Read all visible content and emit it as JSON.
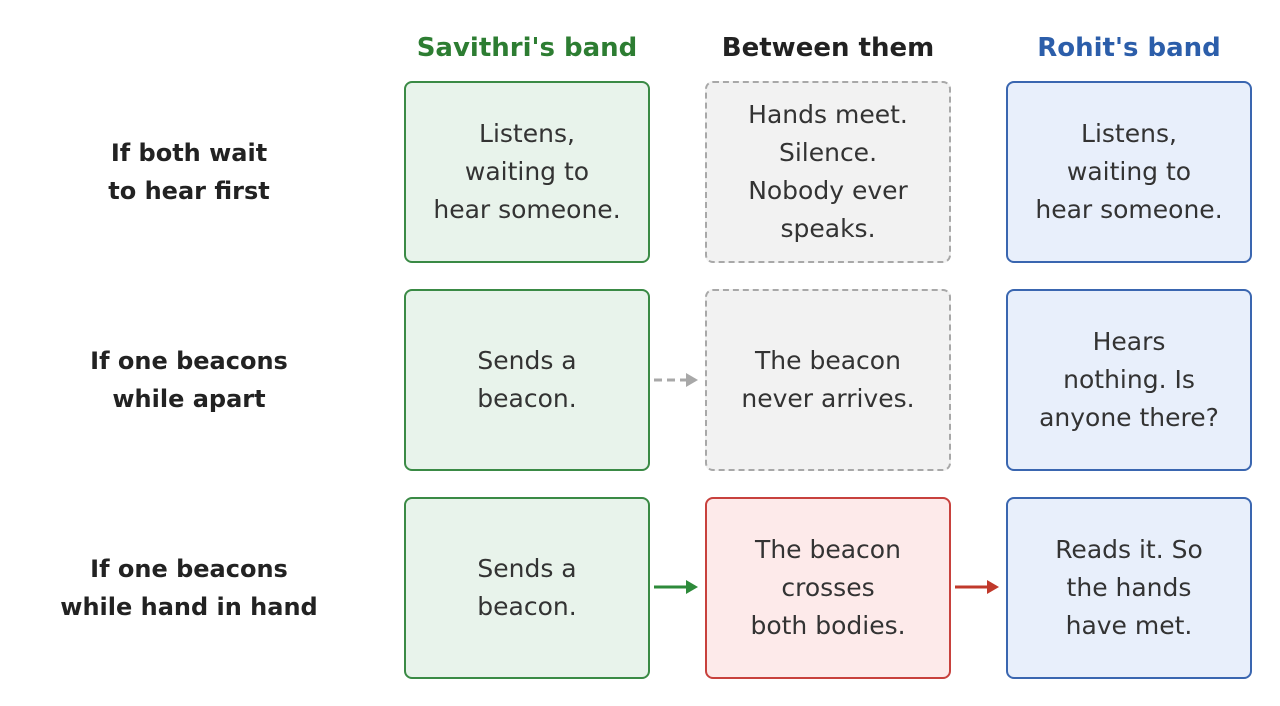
{
  "columns": {
    "savithri": {
      "label": "Savithri's band",
      "color": "#2d7d32"
    },
    "between": {
      "label": "Between them",
      "color": "#222222"
    },
    "rohit": {
      "label": "Rohit's band",
      "color": "#2c5eaa"
    }
  },
  "rows": [
    {
      "label": [
        "If both wait",
        "to hear first"
      ],
      "savithri": [
        "Listens,",
        "waiting to",
        "hear someone."
      ],
      "between": [
        "Hands meet.",
        "Silence.",
        "Nobody ever",
        "speaks."
      ],
      "rohit": [
        "Listens,",
        "waiting to",
        "hear someone."
      ]
    },
    {
      "label": [
        "If one beacons",
        "while apart"
      ],
      "savithri": [
        "Sends a",
        "beacon."
      ],
      "between": [
        "The beacon",
        "never arrives."
      ],
      "rohit": [
        "Hears",
        "nothing. Is",
        "anyone there?"
      ]
    },
    {
      "label": [
        "If one beacons",
        "while hand in hand"
      ],
      "savithri": [
        "Sends a",
        "beacon."
      ],
      "between": [
        "The beacon",
        "crosses",
        "both bodies."
      ],
      "rohit": [
        "Reads it. So",
        "the hands",
        "have met."
      ]
    }
  ],
  "colors": {
    "green_arrow": "#2d8a3a",
    "red_arrow": "#c0392b",
    "gray_arrow": "#a8a8a8"
  }
}
